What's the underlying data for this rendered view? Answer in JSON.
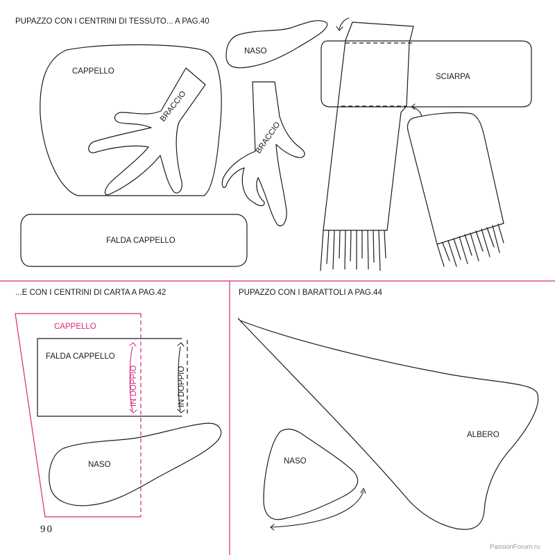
{
  "sections": {
    "top": {
      "title": "PUPAZZO CON I CENTRINI DI TESSUTO... A PAG.40",
      "labels": {
        "cappello": "CAPPELLO",
        "braccio_left": "BRACCIO",
        "naso": "NASO",
        "braccio_right": "BRACCIO",
        "sciarpa": "SCIARPA",
        "falda_cappello": "FALDA CAPPELLO"
      }
    },
    "bottom_left": {
      "title": "...E CON I CENTRINI DI CARTA A PAG.42",
      "labels": {
        "cappello": "CAPPELLO",
        "falda_cappello": "FALDA CAPPELLO",
        "in_doppio_pink": "IN DOPPIO",
        "in_doppio_black": "IN DOPPIO",
        "naso": "NASO"
      }
    },
    "bottom_right": {
      "title": "PUPAZZO CON I BARATTOLI A PAG.44",
      "labels": {
        "albero": "ALBERO",
        "naso": "NASO"
      }
    }
  },
  "page_number": "90",
  "watermark": "PassionForum.ru",
  "colors": {
    "ink": "#1a1a1a",
    "accent": "#d6267e"
  }
}
